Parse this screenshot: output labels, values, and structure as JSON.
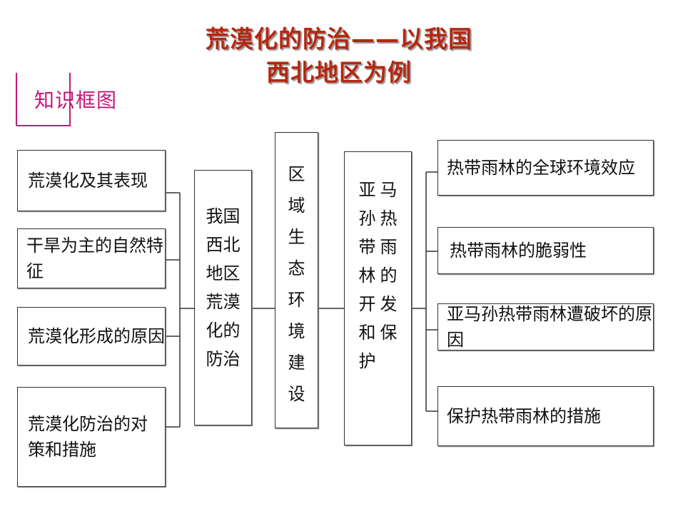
{
  "title": {
    "line1": "荒漠化的防治——以我国",
    "line2": "西北地区为例"
  },
  "section_label": "知识框图",
  "left_boxes": [
    {
      "text": "荒漠化及其表现"
    },
    {
      "text": "干旱为主的自然特征"
    },
    {
      "text": "荒漠化形成的原因"
    },
    {
      "text": "荒漠化防治的对策和措施"
    }
  ],
  "center_left": {
    "chars": [
      "我国",
      "西北",
      "地区",
      "荒漠",
      "化的",
      "防治"
    ]
  },
  "center": {
    "chars": [
      "区",
      "域",
      "生",
      "态",
      "环",
      "境",
      "建",
      "设"
    ]
  },
  "center_right": {
    "chars": [
      "亚",
      "马",
      "孙",
      "热",
      "带",
      "雨",
      "林",
      "的",
      "开",
      "发",
      "和",
      "保",
      "护",
      ""
    ]
  },
  "right_boxes": [
    {
      "text": "热带雨林的全球环境效应"
    },
    {
      "text": "热带雨林的脆弱性"
    },
    {
      "text": "亚马孙热带雨林遭破坏的原因"
    },
    {
      "text": "保护热带雨林的措施"
    }
  ]
}
